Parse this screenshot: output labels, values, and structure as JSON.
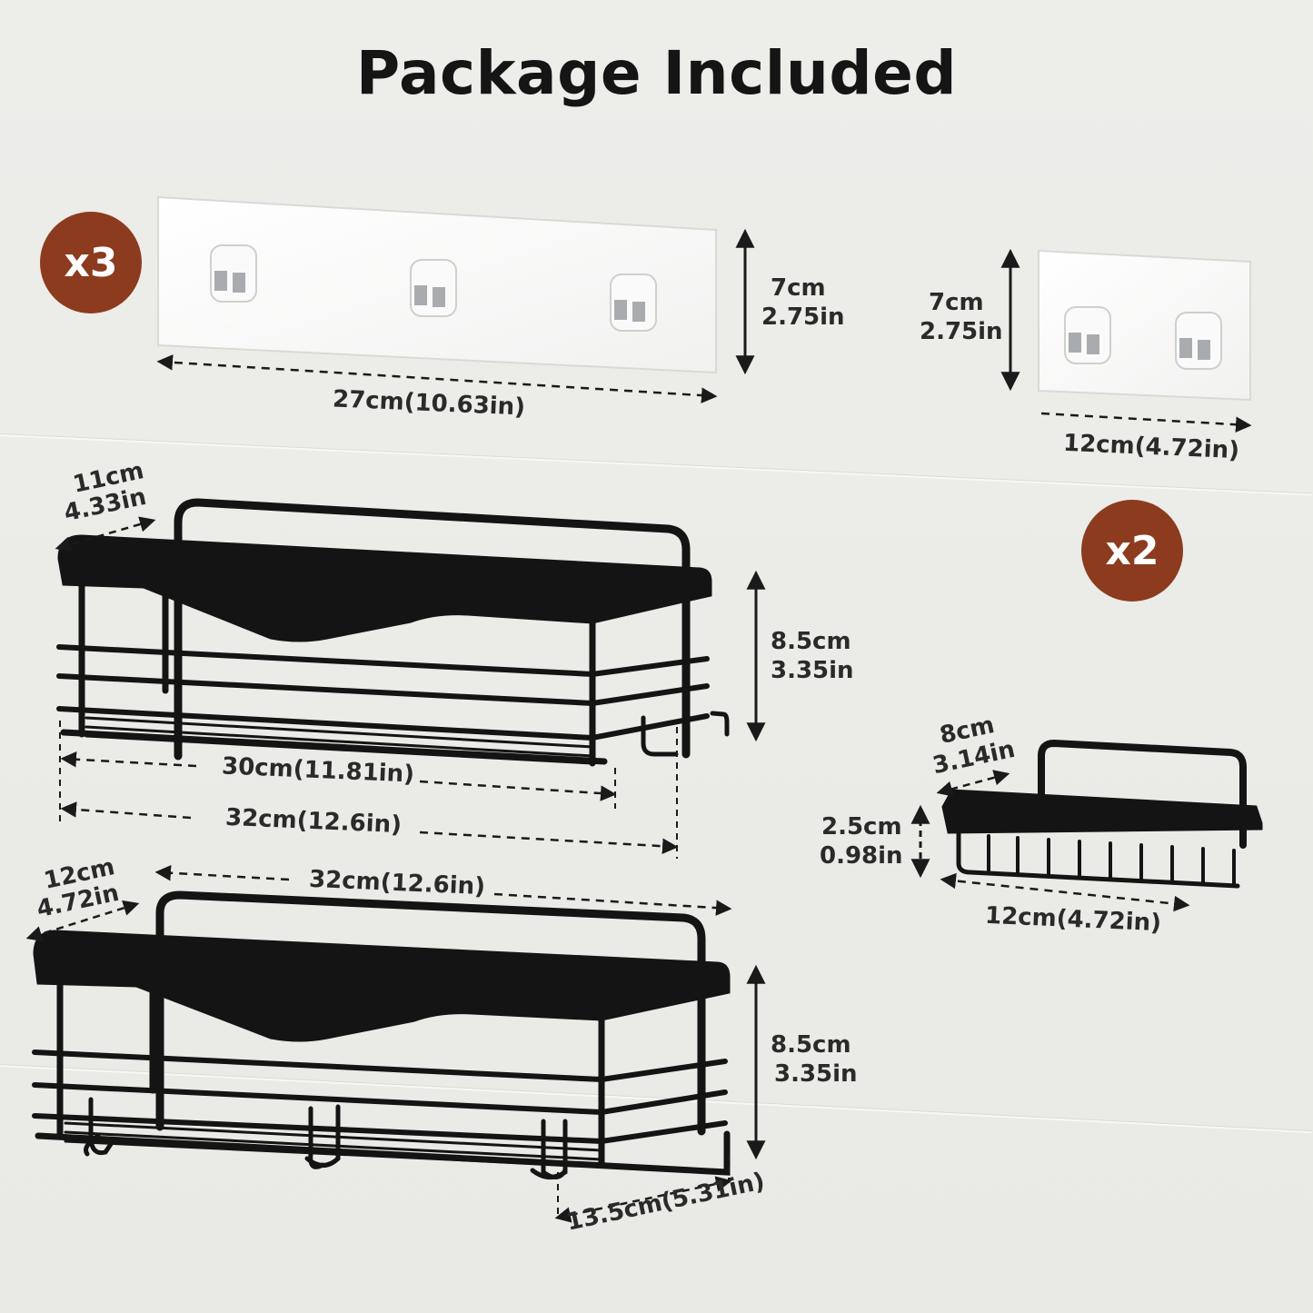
{
  "title": "Package Included",
  "badges": {
    "strips_qty": "x3",
    "soap_qty": "x2"
  },
  "colors": {
    "badge": "#8c3b1e",
    "metal": "#141414",
    "background": "#ebebe7"
  },
  "dimensions": {
    "strip_large_height_cm": "7cm",
    "strip_large_height_in": "2.75in",
    "strip_large_width": "27cm(10.63in)",
    "strip_small_height_cm": "7cm",
    "strip_small_height_in": "2.75in",
    "strip_small_width": "12cm(4.72in)",
    "shelf1_depth_cm": "11cm",
    "shelf1_depth_in": "4.33in",
    "shelf1_height_cm": "8.5cm",
    "shelf1_height_in": "3.35in",
    "shelf1_inner_width": "30cm(11.81in)",
    "shelf1_outer_width": "32cm(12.6in)",
    "shelf2_depth_cm": "12cm",
    "shelf2_depth_in": "4.72in",
    "shelf2_width": "32cm(12.6in)",
    "shelf2_height_cm": "8.5cm",
    "shelf2_height_in": "3.35in",
    "shelf2_hook_span": "13.5cm(5.31in)",
    "soap_depth_cm": "8cm",
    "soap_depth_in": "3.14in",
    "soap_height_cm": "2.5cm",
    "soap_height_in": "0.98in",
    "soap_width": "12cm(4.72in)"
  }
}
